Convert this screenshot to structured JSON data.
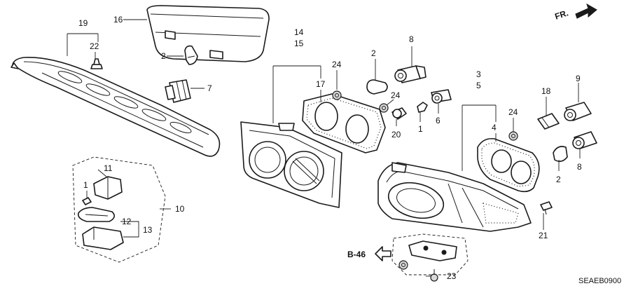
{
  "labels": {
    "l1a": "1",
    "l1b": "1",
    "l2a": "2",
    "l2b": "2",
    "l2c": "2",
    "l3": "3",
    "l4": "4",
    "l5": "5",
    "l6": "6",
    "l7": "7",
    "l8a": "8",
    "l8b": "8",
    "l9": "9",
    "l10": "10",
    "l11": "11",
    "l12": "12",
    "l13": "13",
    "l14": "14",
    "l15": "15",
    "l16": "16",
    "l17": "17",
    "l18": "18",
    "l19": "19",
    "l20": "20",
    "l21": "21",
    "l22": "22",
    "l23": "23",
    "l24a": "24",
    "l24b": "24",
    "l24c": "24"
  },
  "direction": "FR.",
  "reference": "B-46",
  "code": "SEAEB0900"
}
